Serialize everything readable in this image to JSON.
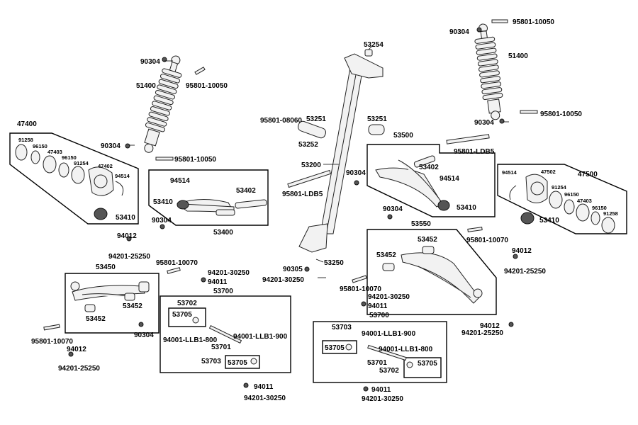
{
  "labels": {
    "l95801_10050_tr": "95801-10050",
    "l90304_tr": "90304",
    "l51400_r": "51400",
    "l90304_r2": "90304",
    "l95801_10050_r2": "95801-10050",
    "l53254": "53254",
    "l90304_tl": "90304",
    "l51400_l": "51400",
    "l95801_10050_l1": "95801-10050",
    "l47400": "47400",
    "l91258_l": "91258",
    "l96150_l1": "96150",
    "l47403_l": "47403",
    "l96150_l2": "96150",
    "l91254_l": "91254",
    "l47402_l": "47402",
    "l94514_l": "94514",
    "l53410_l": "53410",
    "l90304_l2": "90304",
    "l95801_10050_l2": "95801-10050",
    "l95801_08060": "95801-08060",
    "l53251_c": "53251",
    "l53252": "53252",
    "l53251_r": "53251",
    "l53500": "53500",
    "l95801_LDB5_r": "95801-LDB5",
    "l53200": "53200",
    "l90304_c": "90304",
    "l53402_r": "53402",
    "l94514_r": "94514",
    "l53410_r": "53410",
    "l95801_LDB5_c": "95801-LDB5",
    "l94514_c": "94514",
    "l53402_c": "53402",
    "l53410_c": "53410",
    "l90304_c2": "90304",
    "l53400": "53400",
    "l94514_rr": "94514",
    "l47502": "47502",
    "l47500": "47500",
    "l91254_r": "91254",
    "l96150_r1": "96150",
    "l47403_r": "47403",
    "l96150_r2": "96150",
    "l91258_r": "91258",
    "l53410_rr": "53410",
    "l90304_r3": "90304",
    "l53550": "53550",
    "l95801_10070_r": "95801-10070",
    "l53452_r1": "53452",
    "l53452_r2": "53452",
    "l94012_l": "94012",
    "l94201_25250_l": "94201-25250",
    "l94012_r": "94012",
    "l94201_25250_r": "94201-25250",
    "l53450": "53450",
    "l95801_10070_c": "95801-10070",
    "l94201_30250_c1": "94201-30250",
    "l94011_c1": "94011",
    "l53700_l": "53700",
    "l90305": "90305",
    "l53250": "53250",
    "l94201_30250_c2": "94201-30250",
    "l95801_10070_m": "95801-10070",
    "l94201_30250_m": "94201-30250",
    "l94011_m": "94011",
    "l53700_r": "53700",
    "l53452_l1": "53452",
    "l53452_l2": "53452",
    "l53702_l": "53702",
    "l53705_l1": "53705",
    "l94001_LLB1_800_l": "94001-LLB1-800",
    "l53701_l": "53701",
    "l94001_LLB1_900_l": "94001-LLB1-900",
    "l53703_l": "53703",
    "l53705_l2": "53705",
    "l90304_bl": "90304",
    "l95801_10070_bl": "95801-10070",
    "l94012_bl": "94012",
    "l94201_25250_bl": "94201-25250",
    "l94011_b1": "94011",
    "l94201_30250_b1": "94201-30250",
    "l53703_r": "53703",
    "l94001_LLB1_900_r": "94001-LLB1-900",
    "l53705_r1": "53705",
    "l94001_LLB1_800_r": "94001-LLB1-800",
    "l53701_r": "53701",
    "l53702_r": "53702",
    "l53705_r2": "53705",
    "l94012_br": "94012",
    "l94201_25250_br": "94201-25250",
    "l94011_b2": "94011",
    "l94201_30250_b2": "94201-30250"
  }
}
